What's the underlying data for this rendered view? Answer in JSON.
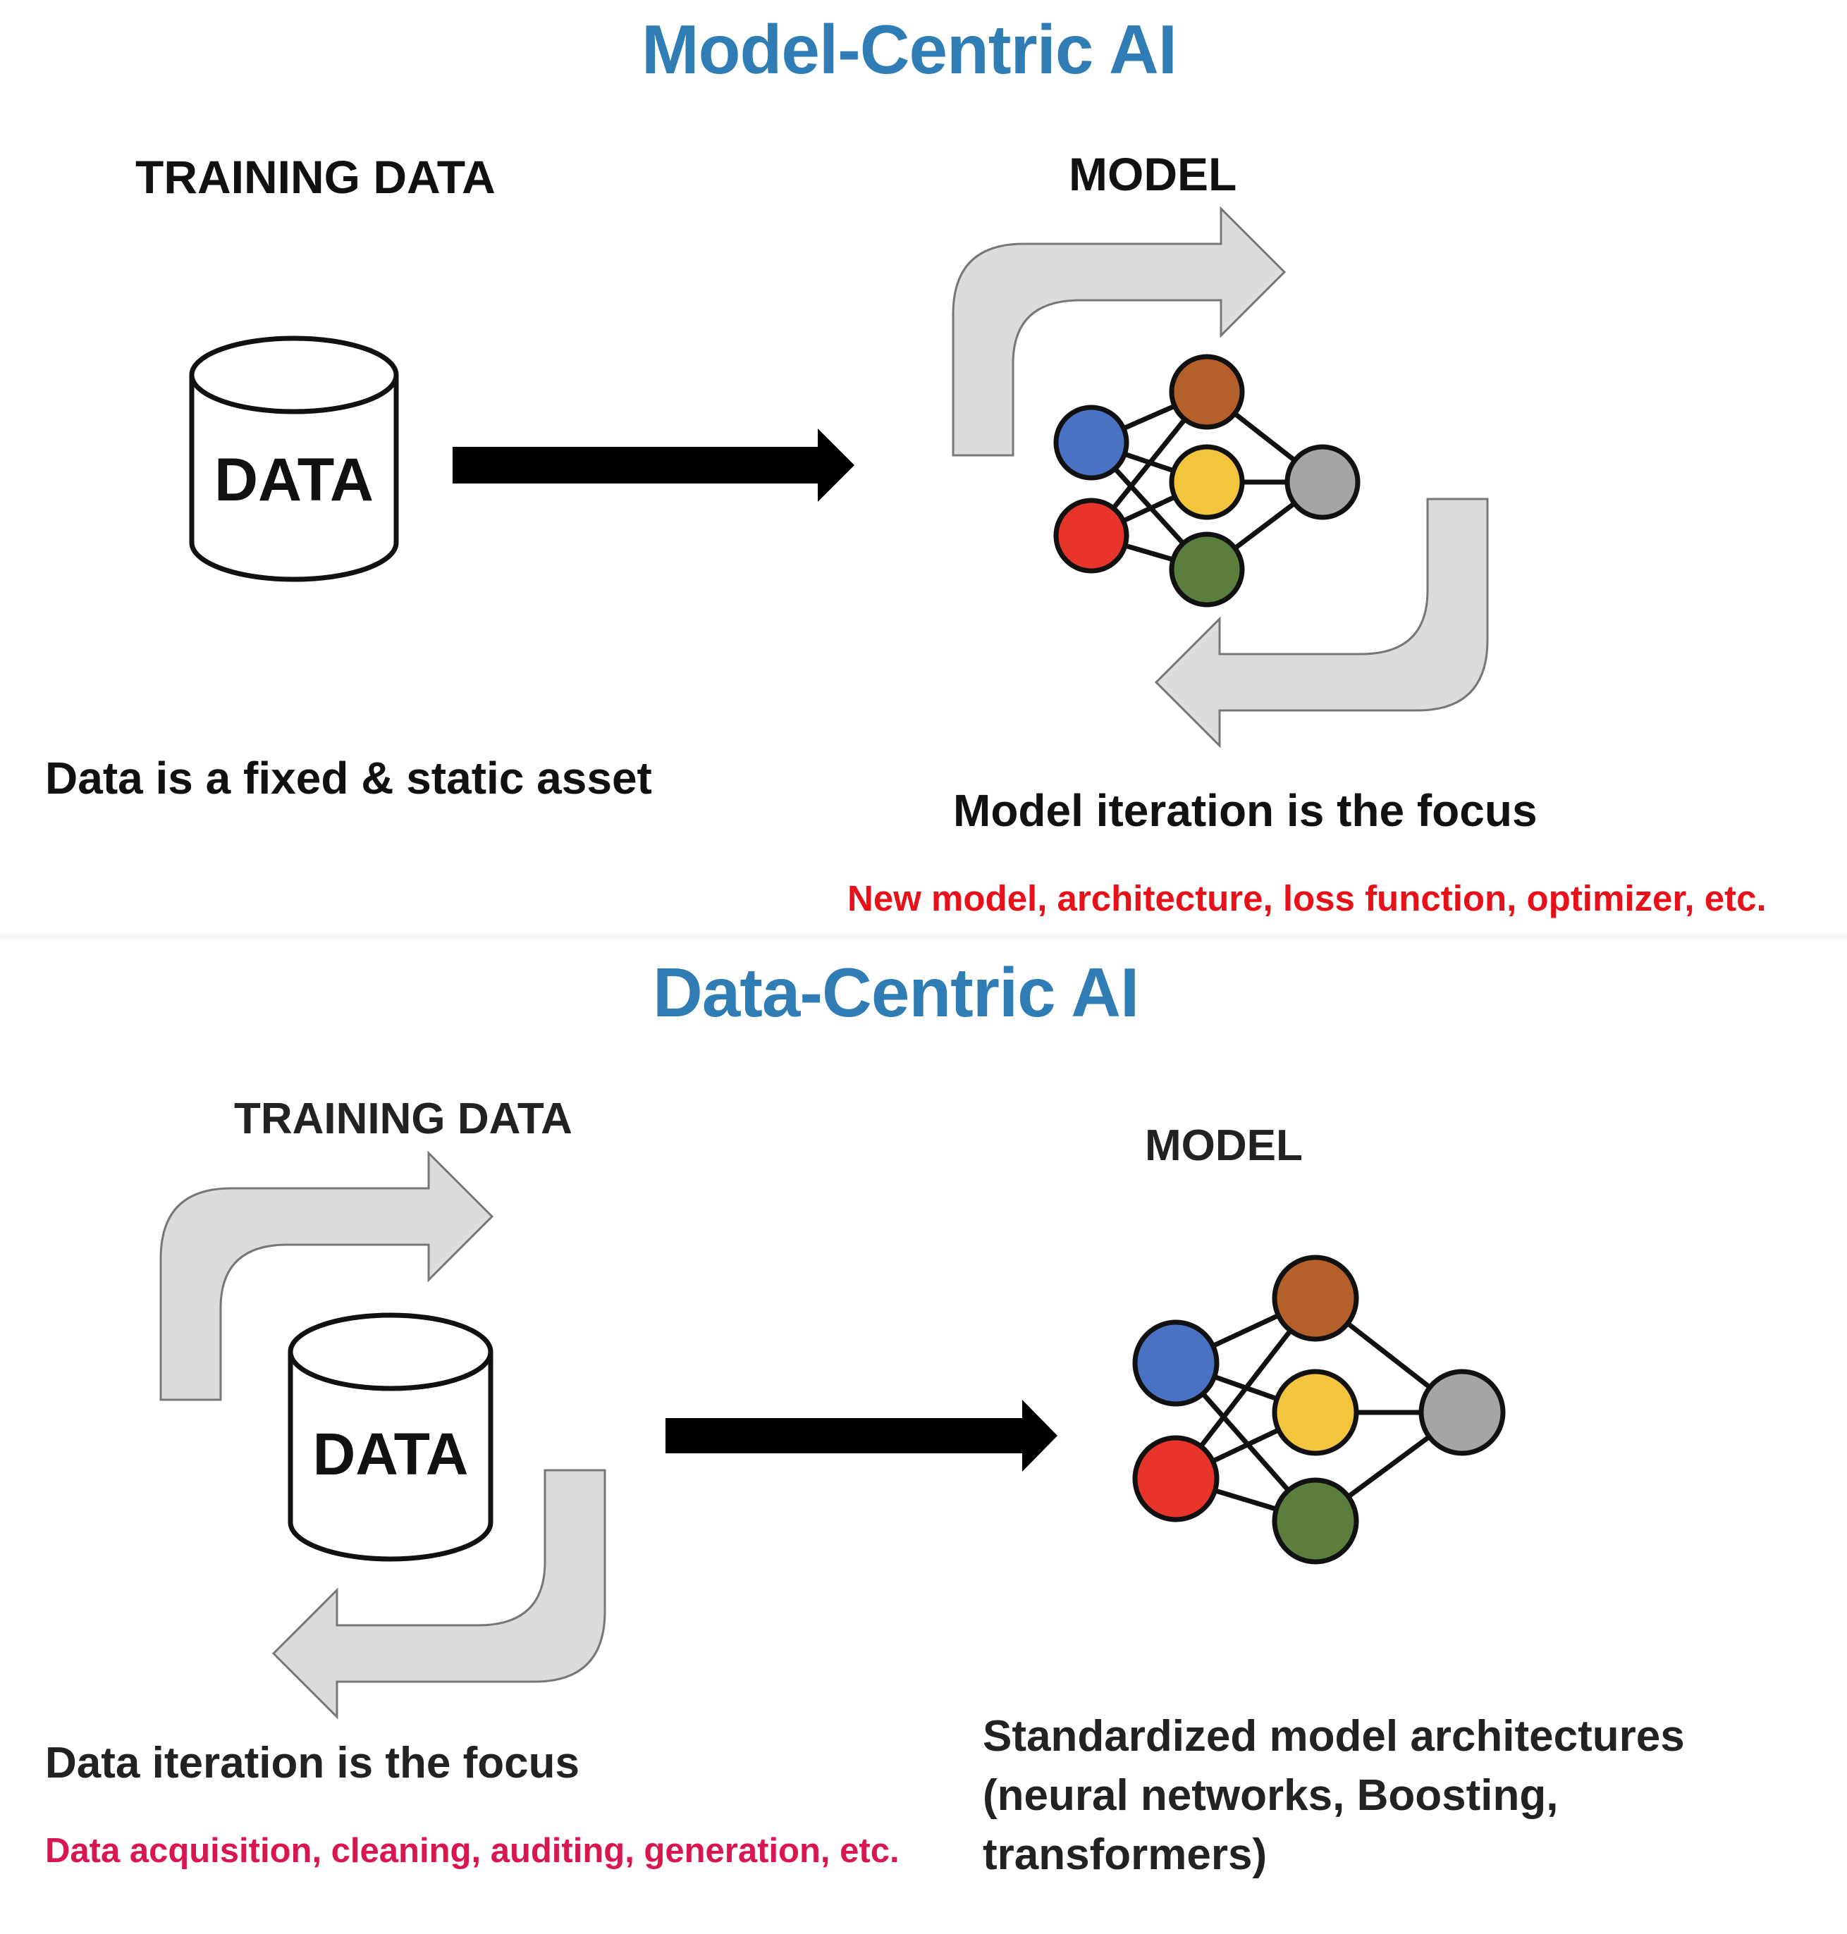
{
  "model_centric": {
    "title": "Model-Centric AI",
    "training_data_heading": "TRAINING DATA",
    "model_heading": "MODEL",
    "database_label": "DATA",
    "data_caption": "Data is a fixed & static asset",
    "model_caption": "Model iteration is the focus",
    "model_note": "New model, architecture, loss function, optimizer, etc."
  },
  "data_centric": {
    "title": "Data-Centric AI",
    "training_data_heading": "TRAINING DATA",
    "model_heading": "MODEL",
    "database_label": "DATA",
    "data_caption": "Data iteration is the focus",
    "data_note": "Data acquisition, cleaning, auditing, generation, etc.",
    "model_caption": "Standardized model architectures (neural networks, Boosting, transformers)"
  },
  "colors": {
    "title_blue": "#2f7db4",
    "note_red": "#e8111a",
    "note_pink": "#d8174f",
    "node_blue": "#4a72c4",
    "node_red": "#e8342a",
    "node_orange": "#b5602a",
    "node_yellow": "#f3c53c",
    "node_green": "#5b7e3d",
    "node_gray": "#a5a5a5",
    "loop_arrow_fill": "#dcdcdc"
  }
}
